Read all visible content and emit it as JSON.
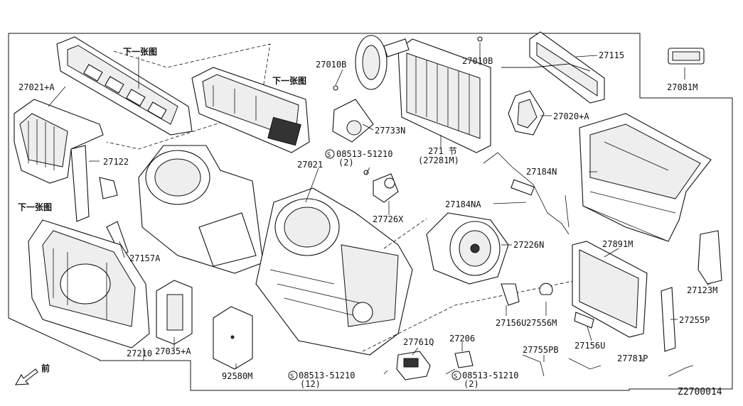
{
  "diagram_id": "Z2700014",
  "labels": {
    "p27021a": "27021+A",
    "next_view_1": "下一张图",
    "next_view_2": "下一张图",
    "next_view_3": "下一张图",
    "p27122": "27122",
    "p27157a": "27157A",
    "p27210": "27210",
    "p27035a": "27035+A",
    "p92580m": "92580M",
    "front": "前",
    "p27010b_1": "27010B",
    "p27010b_2": "27010B",
    "p27733n": "27733N",
    "screw_51210_a": "08513-51210",
    "screw_qty_a": "(2)",
    "p27021": "27021",
    "p271": "271 节",
    "p27281m": "(27281M)",
    "p27726x": "27726X",
    "p27115": "27115",
    "p27020a": "27020+A",
    "p27081m": "27081M",
    "p27184n": "27184N",
    "p27184na": "27184NA",
    "p27226n": "27226N",
    "p27891m": "27891M",
    "p27123m": "27123M",
    "p27255p": "27255P",
    "p27156u_1": "27156U",
    "p27556m": "27556M",
    "p27156u_2": "27156U",
    "p27761q": "27761Q",
    "p27206": "27206",
    "p27755pb": "27755PB",
    "p27781p": "27781P",
    "screw_51210_b": "08513-51210",
    "screw_qty_b": "(12)",
    "screw_51210_c": "08513-51210",
    "screw_qty_c": "(2)",
    "s_mark": "S"
  }
}
